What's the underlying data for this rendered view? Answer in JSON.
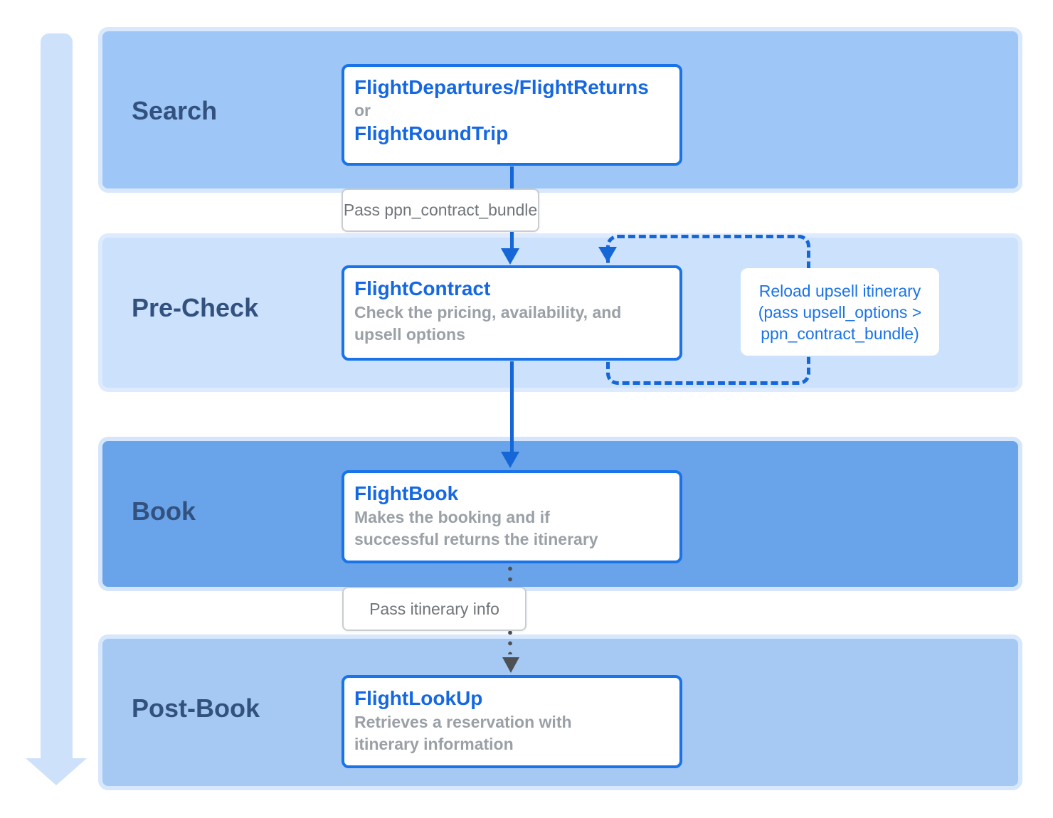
{
  "stages": [
    {
      "label": "Search",
      "node": {
        "title": "FlightDepartures/FlightReturns",
        "or_word": "or",
        "alt_title": "FlightRoundTrip"
      }
    },
    {
      "label": "Pre-Check",
      "node": {
        "title": "FlightContract",
        "description_lines": [
          "Check the pricing, availability, and",
          "upsell options"
        ]
      }
    },
    {
      "label": "Book",
      "node": {
        "title": "FlightBook",
        "description_lines": [
          "Makes the booking and if",
          "successful returns the itinerary"
        ]
      }
    },
    {
      "label": "Post-Book",
      "node": {
        "title": "FlightLookUp",
        "description_lines": [
          "Retrieves a reservation with",
          "itinerary information"
        ]
      }
    }
  ],
  "connectors": {
    "pass_bundle": {
      "label": "Pass ppn_contract_bundle"
    },
    "pass_itinerary": {
      "label": "Pass itinerary info"
    },
    "reload_loop": {
      "lines": [
        "Reload upsell itinerary",
        "(pass upsell_options >",
        "ppn_contract_bundle)"
      ]
    }
  },
  "colors": {
    "node_accent_blue": "#1A73E8",
    "arrow_blue": "#1566D6",
    "stage_label_navy": "#33517E",
    "description_gray": "#9AA0A6",
    "connector_label_gray": "#70757A",
    "dotted_connector_gray": "#4D5156",
    "band_search": "#9EC7F8",
    "band_precheck": "#CBE1FC",
    "band_book": "#69A3E9",
    "band_postbook": "#A5C9F3",
    "flow_arrow_light_blue": "#CEE1FB"
  }
}
